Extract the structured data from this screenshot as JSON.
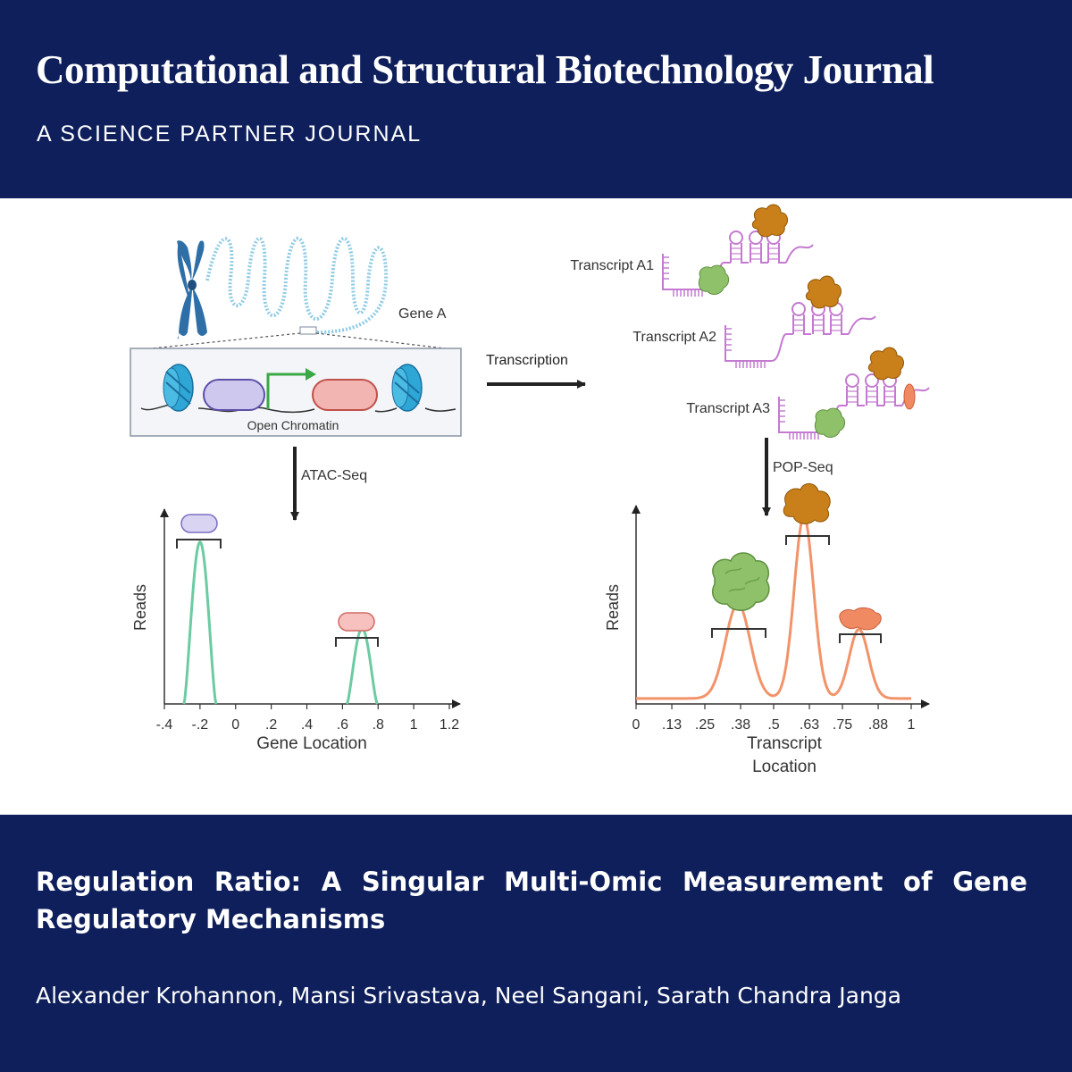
{
  "header": {
    "journal_title": "Computational and Structural Biotechnology Journal",
    "subtitle": "A SCIENCE PARTNER JOURNAL"
  },
  "figure": {
    "gene_label": "Gene A",
    "chromatin_label": "Open Chromatin",
    "transcription_label": "Transcription",
    "atac_label": "ATAC-Seq",
    "pop_label": "POP-Seq",
    "transcripts": [
      "Transcript A1",
      "Transcript A2",
      "Transcript A3"
    ],
    "colors": {
      "header_bg": "#0e1f5b",
      "chromosome": "#2e6fa7",
      "nucleosome": "#2ea7d6",
      "region_a": "#cfc8ee",
      "region_b": "#f3b5b2",
      "promoter_arrow": "#3aa845",
      "rna": "#c47ad0",
      "protein_brown": "#c97f1a",
      "protein_green": "#8fc06a",
      "protein_salmon": "#f08a63",
      "atac_curve": "#6ccba2",
      "pop_curve": "#f2936a"
    }
  },
  "chart_data": [
    {
      "type": "line",
      "title": "",
      "xlabel": "Gene Location",
      "ylabel": "Reads",
      "x_ticks": [
        "-.4",
        "-.2",
        "0",
        ".2",
        ".4",
        ".6",
        ".8",
        "1",
        "1.2"
      ],
      "xlim": [
        -0.4,
        1.2
      ],
      "series": [
        {
          "peaks": [
            {
              "center": -0.2,
              "width": 0.18,
              "height": 0.88
            },
            {
              "center": 0.71,
              "width": 0.17,
              "height": 0.41
            }
          ]
        }
      ],
      "legend": "none",
      "grid": false
    },
    {
      "type": "line",
      "title": "",
      "xlabel": "Transcript Location",
      "ylabel": "Reads",
      "x_ticks": [
        "0",
        ".13",
        ".25",
        ".38",
        ".5",
        ".63",
        ".75",
        ".88",
        "1"
      ],
      "xlim": [
        0,
        1
      ],
      "series": [
        {
          "baseline": 0.03,
          "peaks": [
            {
              "center": 0.37,
              "sigma": 0.045,
              "height": 0.52
            },
            {
              "center": 0.61,
              "sigma": 0.035,
              "height": 1.0
            },
            {
              "center": 0.81,
              "sigma": 0.035,
              "height": 0.38
            }
          ]
        }
      ],
      "legend": "none",
      "grid": false
    }
  ],
  "footer": {
    "article_title": "Regulation Ratio: A Singular Multi-Omic Measurement of Gene Regulatory Mechanisms",
    "authors": "Alexander Krohannon, Mansi Srivastava, Neel Sangani, Sarath Chandra Janga"
  }
}
